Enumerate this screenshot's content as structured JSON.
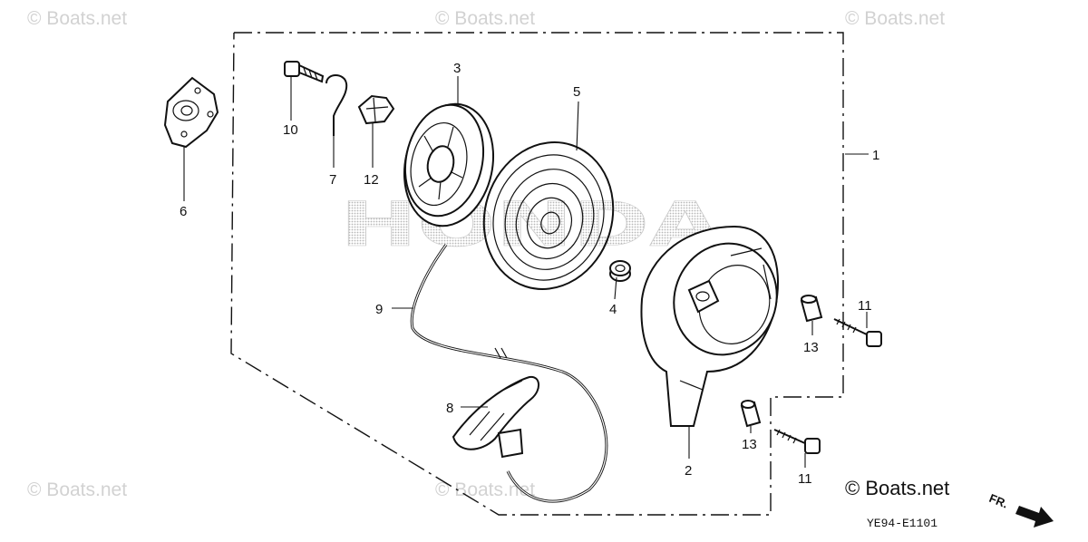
{
  "watermarks": [
    "© Boats.net",
    "© Boats.net",
    "© Boats.net",
    "© Boats.net",
    "© Boats.net"
  ],
  "brand_watermark": "HONDA",
  "copyright": "© Boats.net",
  "diagram_code": "YE94-E1101",
  "direction_label": "FR.",
  "callouts": {
    "c1": "1",
    "c2": "2",
    "c3": "3",
    "c4": "4",
    "c5": "5",
    "c6": "6",
    "c7": "7",
    "c8": "8",
    "c9": "9",
    "c10": "10",
    "c11a": "11",
    "c11b": "11",
    "c12": "12",
    "c13a": "13",
    "c13b": "13"
  },
  "colors": {
    "line": "#111111",
    "watermark": "#d2d2d2"
  }
}
